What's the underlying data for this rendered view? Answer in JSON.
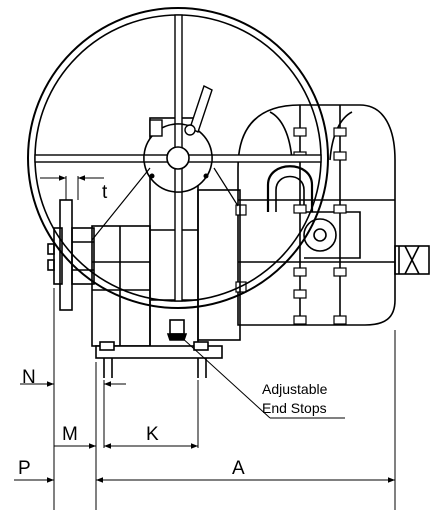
{
  "dimension_labels": {
    "t": "t",
    "N": "N",
    "M": "M",
    "K": "K",
    "P": "P",
    "A": "A"
  },
  "annotation": {
    "line1": "Adjustable",
    "line2": "End Stops"
  },
  "colors": {
    "ink": "#000000",
    "background": "#ffffff"
  }
}
